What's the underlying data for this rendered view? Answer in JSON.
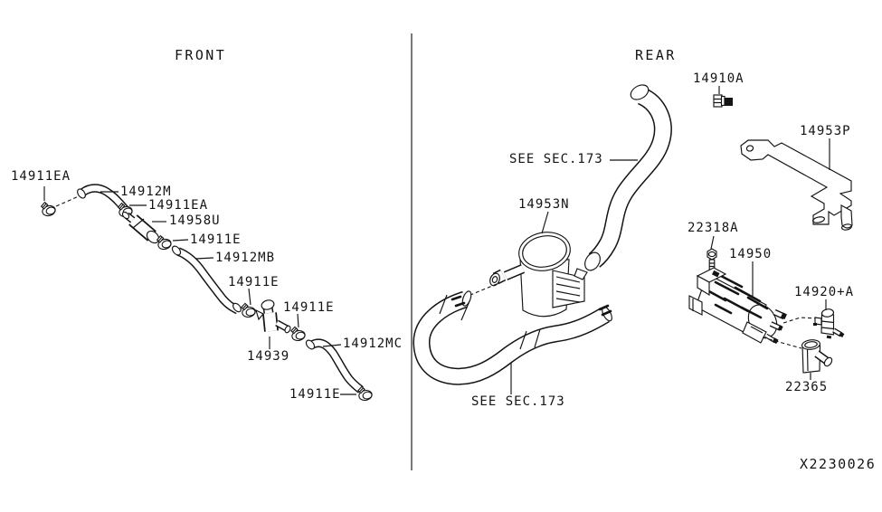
{
  "headers": {
    "front": "FRONT",
    "rear": "REAR"
  },
  "drawing_number": "X2230026",
  "front_labels": [
    {
      "text": "14911EA"
    },
    {
      "text": "14912M"
    },
    {
      "text": "14911EA"
    },
    {
      "text": "14958U"
    },
    {
      "text": "14911E"
    },
    {
      "text": "14912MB"
    },
    {
      "text": "14911E"
    },
    {
      "text": "14911E"
    },
    {
      "text": "14939"
    },
    {
      "text": "14912MC"
    },
    {
      "text": "14911E"
    }
  ],
  "rear_labels": [
    {
      "text": "14910A"
    },
    {
      "text": "SEE SEC.173"
    },
    {
      "text": "14953P"
    },
    {
      "text": "14953N"
    },
    {
      "text": "22318A"
    },
    {
      "text": "14950"
    },
    {
      "text": "14920+A"
    },
    {
      "text": "22365"
    },
    {
      "text": "SEE SEC.173"
    }
  ]
}
